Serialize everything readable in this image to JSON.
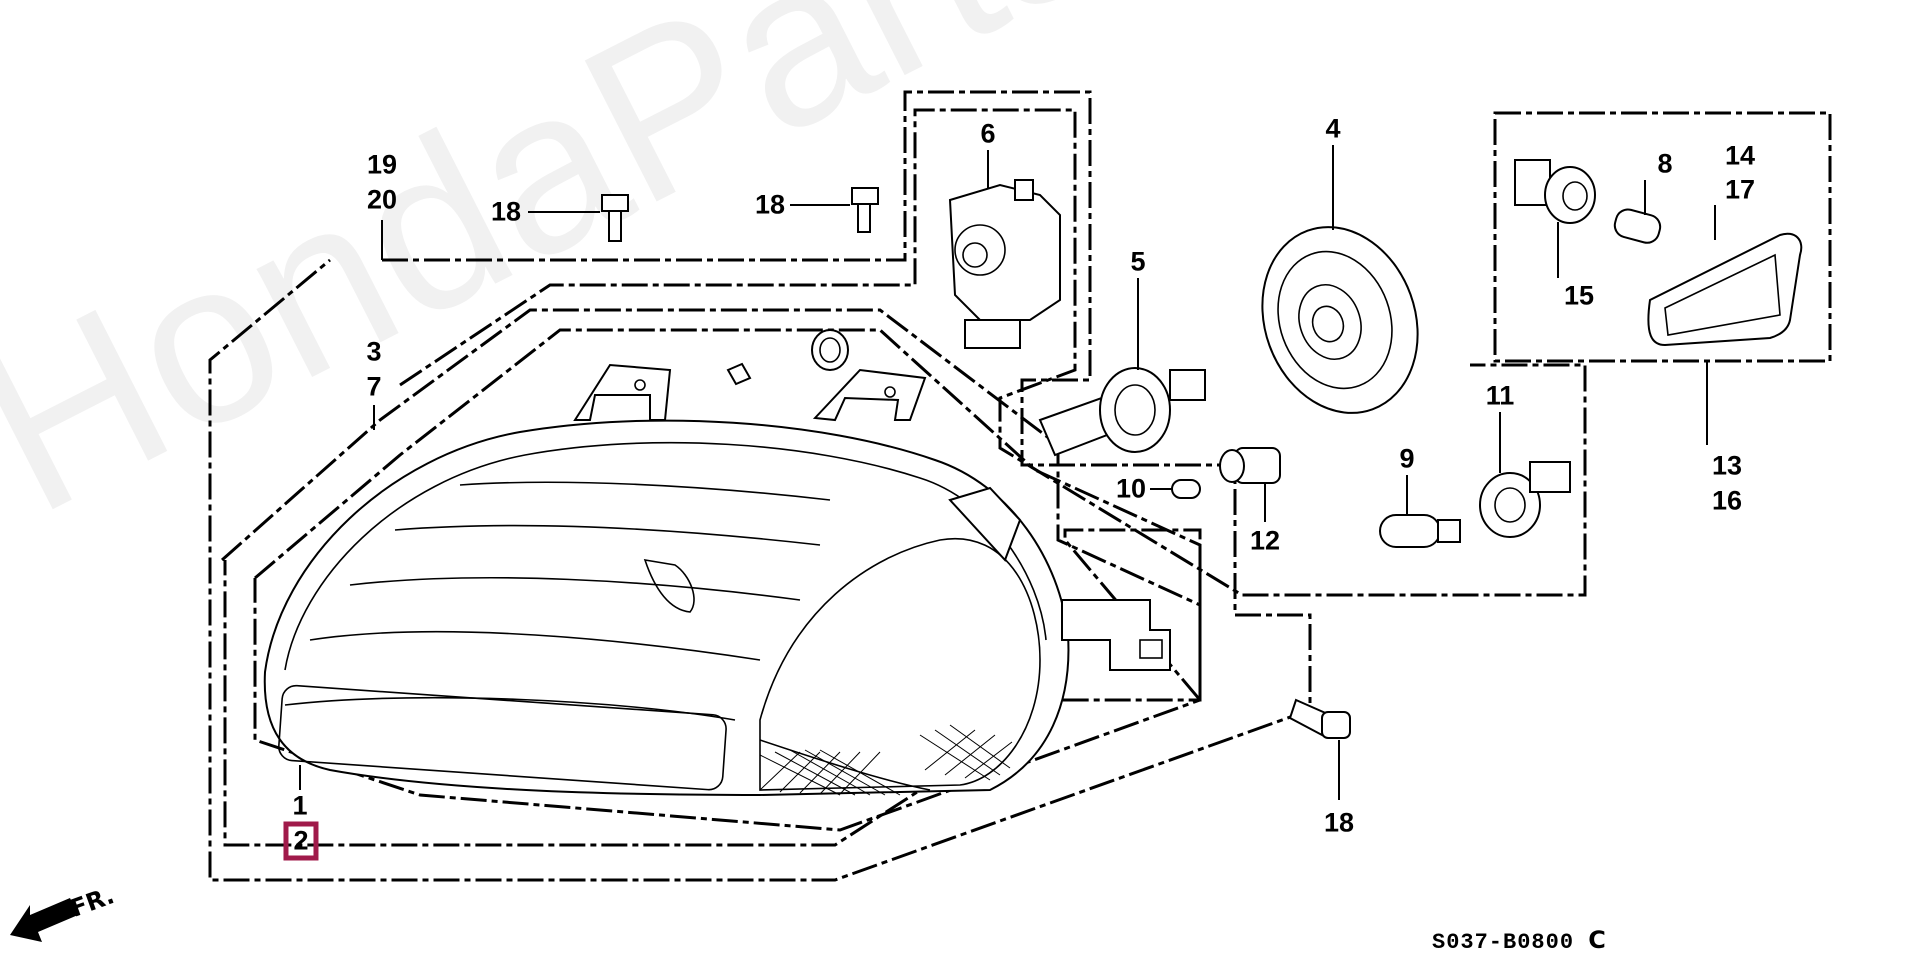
{
  "diagram": {
    "title": "Headlight assembly exploded parts diagram",
    "watermark": "HondaPartsOnline.ru",
    "diagram_code": "S037-B0800",
    "revision_mark": "C",
    "direction_label": "FR.",
    "highlight_color": "#a01a4a",
    "callouts": {
      "c1": "1",
      "c2": "2",
      "c3": "3",
      "c7": "7",
      "c4": "4",
      "c5": "5",
      "c6": "6",
      "c8": "8",
      "c9": "9",
      "c10": "10",
      "c11": "11",
      "c12": "12",
      "c13": "13",
      "c16": "16",
      "c14": "14",
      "c17": "17",
      "c15": "15",
      "c18a": "18",
      "c18b": "18",
      "c18c": "18",
      "c19": "19",
      "c20": "20"
    },
    "highlighted_part": "2"
  }
}
